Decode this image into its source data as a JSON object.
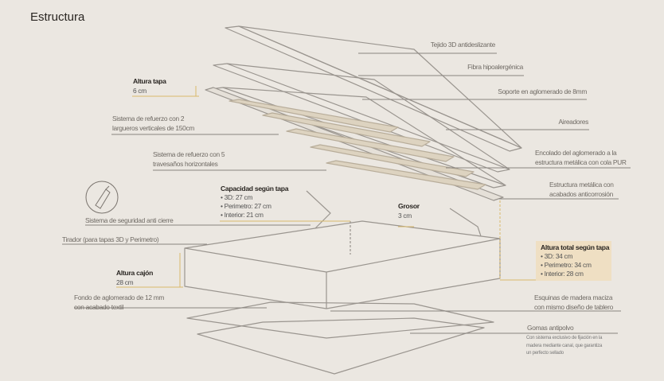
{
  "title": "Estructura",
  "labels": {
    "tejido": "Tejido 3D antideslizante",
    "fibra": "Fibra hipoalergénica",
    "soporte": "Soporte en aglomerado de 8mm",
    "aireadores": "Aireadores",
    "encolado": [
      "Encolado del aglomerado a la",
      "estructura metálica con cola PUR"
    ],
    "estructura": [
      "Estructura metálica con",
      "acabados anticorrosión"
    ],
    "refuerzo2": [
      "Sistema de refuerzo con 2",
      "largueros verticales de 150cm"
    ],
    "refuerzo5": [
      "Sistema de refuerzo con 5",
      "travesaños horizontales"
    ],
    "seguridad": "Sistema de seguridad anti cierre",
    "tirador": "Tirador (para tapas 3D y Perimetro)",
    "fondo": [
      "Fondo de aglomerado de 12 mm",
      "con acabado textil"
    ],
    "esquinas": [
      "Esquinas de madera maciza",
      "con mismo diseño de tablero"
    ],
    "gomas": "Gomas antipolvo",
    "gomas_desc": [
      "Con sistema exclusivo de fijación en la",
      "madera mediante canal, que garantiza",
      "un perfecto sellado"
    ]
  },
  "altura_tapa": {
    "title": "Altura tapa",
    "value": "6 cm"
  },
  "altura_cajon": {
    "title": "Altura cajón",
    "value": "28 cm"
  },
  "grosor": {
    "title": "Grosor",
    "value": "3 cm"
  },
  "capacidad": {
    "title": "Capacidad según tapa",
    "items": [
      "• 3D: 27 cm",
      "• Perimetro: 27 cm",
      "• Interior: 21 cm"
    ]
  },
  "altura_total": {
    "title": "Altura total según tapa",
    "items": [
      "• 3D: 34 cm",
      "• Perimetro: 34 cm",
      "• Interior: 28 cm"
    ]
  },
  "colors": {
    "background": "#ebe7e1",
    "accent": "#d9b96a",
    "line": "#8a8580",
    "highlight_box": "#efdfc3"
  }
}
